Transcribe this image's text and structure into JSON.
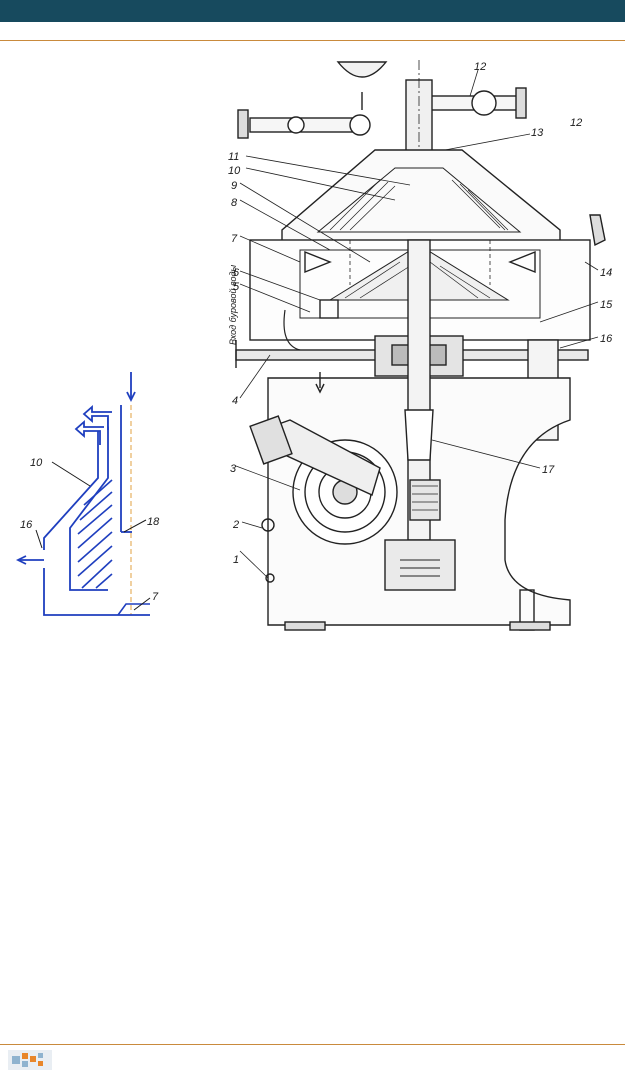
{
  "colors": {
    "header_bar": "#174a5e",
    "rule": "#c98a3c",
    "schematic_stroke": "#1f3fbf",
    "axis_dash": "#e0a040",
    "drawing_ink": "#222222",
    "logo_orange": "#e8862a",
    "logo_blue": "#8fb3cf"
  },
  "schematic": {
    "labels": {
      "l10": "10",
      "l16": "16",
      "l18": "18",
      "l7": "7"
    }
  },
  "drawing": {
    "callouts": {
      "c1": "1",
      "c2": "2",
      "c3": "3",
      "c4": "4",
      "c5": "5",
      "c6": "6",
      "c7": "7",
      "c8": "8",
      "c9": "9",
      "c10": "10",
      "c11": "11",
      "c12_top": "12",
      "c12_right": "12",
      "c13": "13",
      "c14": "14",
      "c15": "15",
      "c16": "16",
      "c17": "17"
    },
    "vertical_inscription": "Вход буровой воды"
  },
  "footer": {
    "logo_icon": "publisher-logo-icon"
  }
}
